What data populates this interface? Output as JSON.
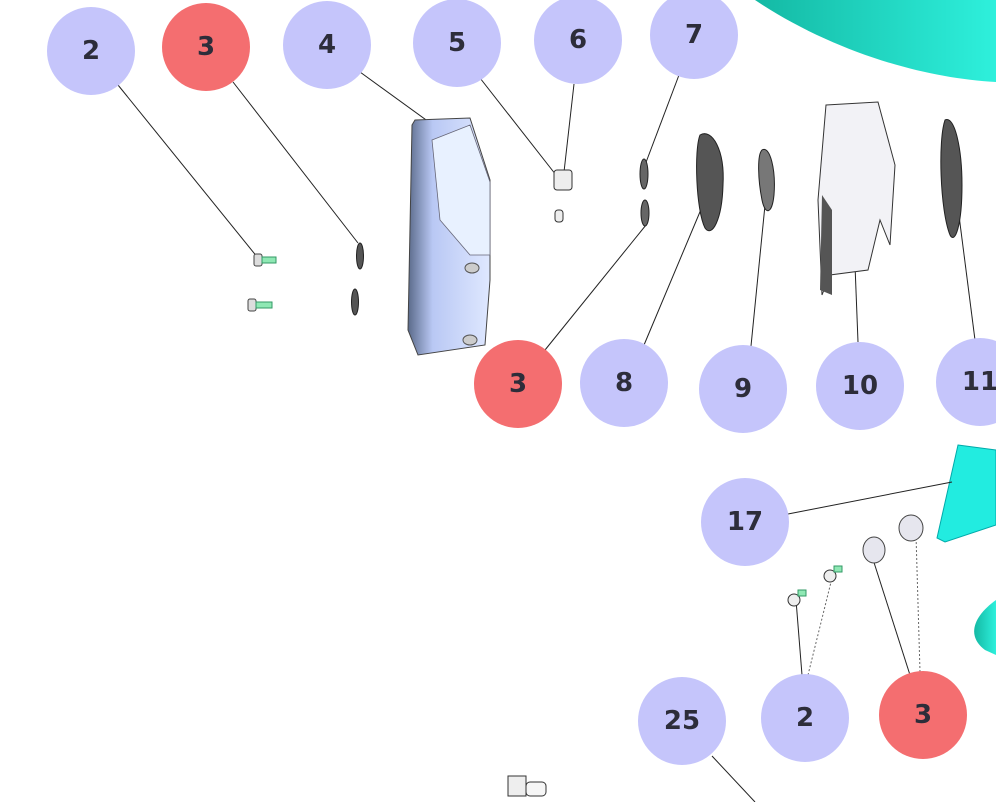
{
  "diagram": {
    "type": "exploded-assembly-callouts",
    "colors": {
      "callout": "#c5c5fb",
      "callout_highlight": "#f46e70",
      "text": "#2d2d3a",
      "teal_part": "#22e6d4",
      "screw": "#7de0a8"
    },
    "callouts": [
      {
        "label": "2",
        "highlight": false
      },
      {
        "label": "3",
        "highlight": true
      },
      {
        "label": "4",
        "highlight": false
      },
      {
        "label": "5",
        "highlight": false
      },
      {
        "label": "6",
        "highlight": false
      },
      {
        "label": "7",
        "highlight": false
      },
      {
        "label": "3",
        "highlight": true
      },
      {
        "label": "8",
        "highlight": false
      },
      {
        "label": "9",
        "highlight": false
      },
      {
        "label": "10",
        "highlight": false
      },
      {
        "label": "11",
        "highlight": false
      },
      {
        "label": "17",
        "highlight": false
      },
      {
        "label": "2",
        "highlight": false
      },
      {
        "label": "3",
        "highlight": true
      },
      {
        "label": "25",
        "highlight": false
      }
    ]
  }
}
